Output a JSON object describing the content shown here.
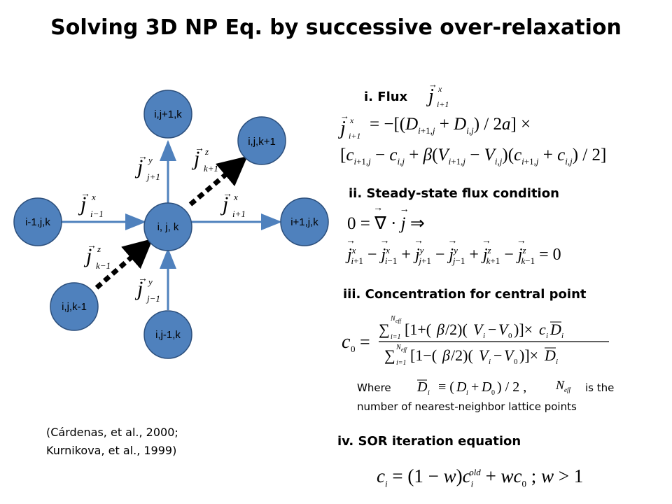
{
  "title": "Solving 3D NP Eq. by successive over-relaxation",
  "diagram": {
    "nodes": {
      "center": "i, j, k",
      "top": "i,j+1,k",
      "bottom": "i,j-1,k",
      "left": "i-1,j,k",
      "right": "i+1,j,k",
      "front": "i,j,k+1",
      "back": "i,j,k-1"
    },
    "flux_labels": {
      "top": {
        "base": "j",
        "sup": "y",
        "sub": "j+1"
      },
      "bottom": {
        "base": "j",
        "sup": "y",
        "sub": "j−1"
      },
      "left": {
        "base": "j",
        "sup": "x",
        "sub": "i−1"
      },
      "right": {
        "base": "j",
        "sup": "x",
        "sub": "i+1"
      },
      "front": {
        "base": "j",
        "sup": "z",
        "sub": "k+1"
      },
      "back": {
        "base": "j",
        "sup": "z",
        "sub": "k−1"
      }
    },
    "colors": {
      "node_fill": "#4f81bd",
      "node_stroke": "#2c4f7c",
      "arrow": "#4f81bd"
    }
  },
  "sections": {
    "flux": "i. Flux",
    "steady": "ii. Steady-state flux condition",
    "concentration": "iii. Concentration for central point",
    "sor": "iv. SOR iteration equation"
  },
  "equations": {
    "flux_line1": "= −[(D_{i+1,j} + D_{i,j}) / 2a] ×",
    "flux_line2": "[c_{i+1,j} − c_{i,j} + β(V_{i+1,j} − V_{i,j})(c_{i+1,j} + c_{i,j}) / 2]",
    "steady_line1": "0 = ∇ · j ⇒",
    "steady_line2": "j^x_{i+1} − j^x_{i−1} + j^y_{j+1} − j^y_{j−1} + j^z_{k+1} − j^z_{k−1} = 0",
    "conc": "c_0 = Σ[1+(β/2)(V_i−V_0)]×c_i D̄_i / Σ[1−(β/2)(V_i−V_0)]×D̄_i",
    "sor": "c_i = (1 − w)c_i^old + wc_0 ; w > 1"
  },
  "note": {
    "where": "Where",
    "is_the": "is the",
    "line2": "number of nearest-neighbor lattice points"
  },
  "citation": {
    "line1": "(Cárdenas, et al., 2000;",
    "line2": "Kurnikova, et al., 1999)"
  }
}
